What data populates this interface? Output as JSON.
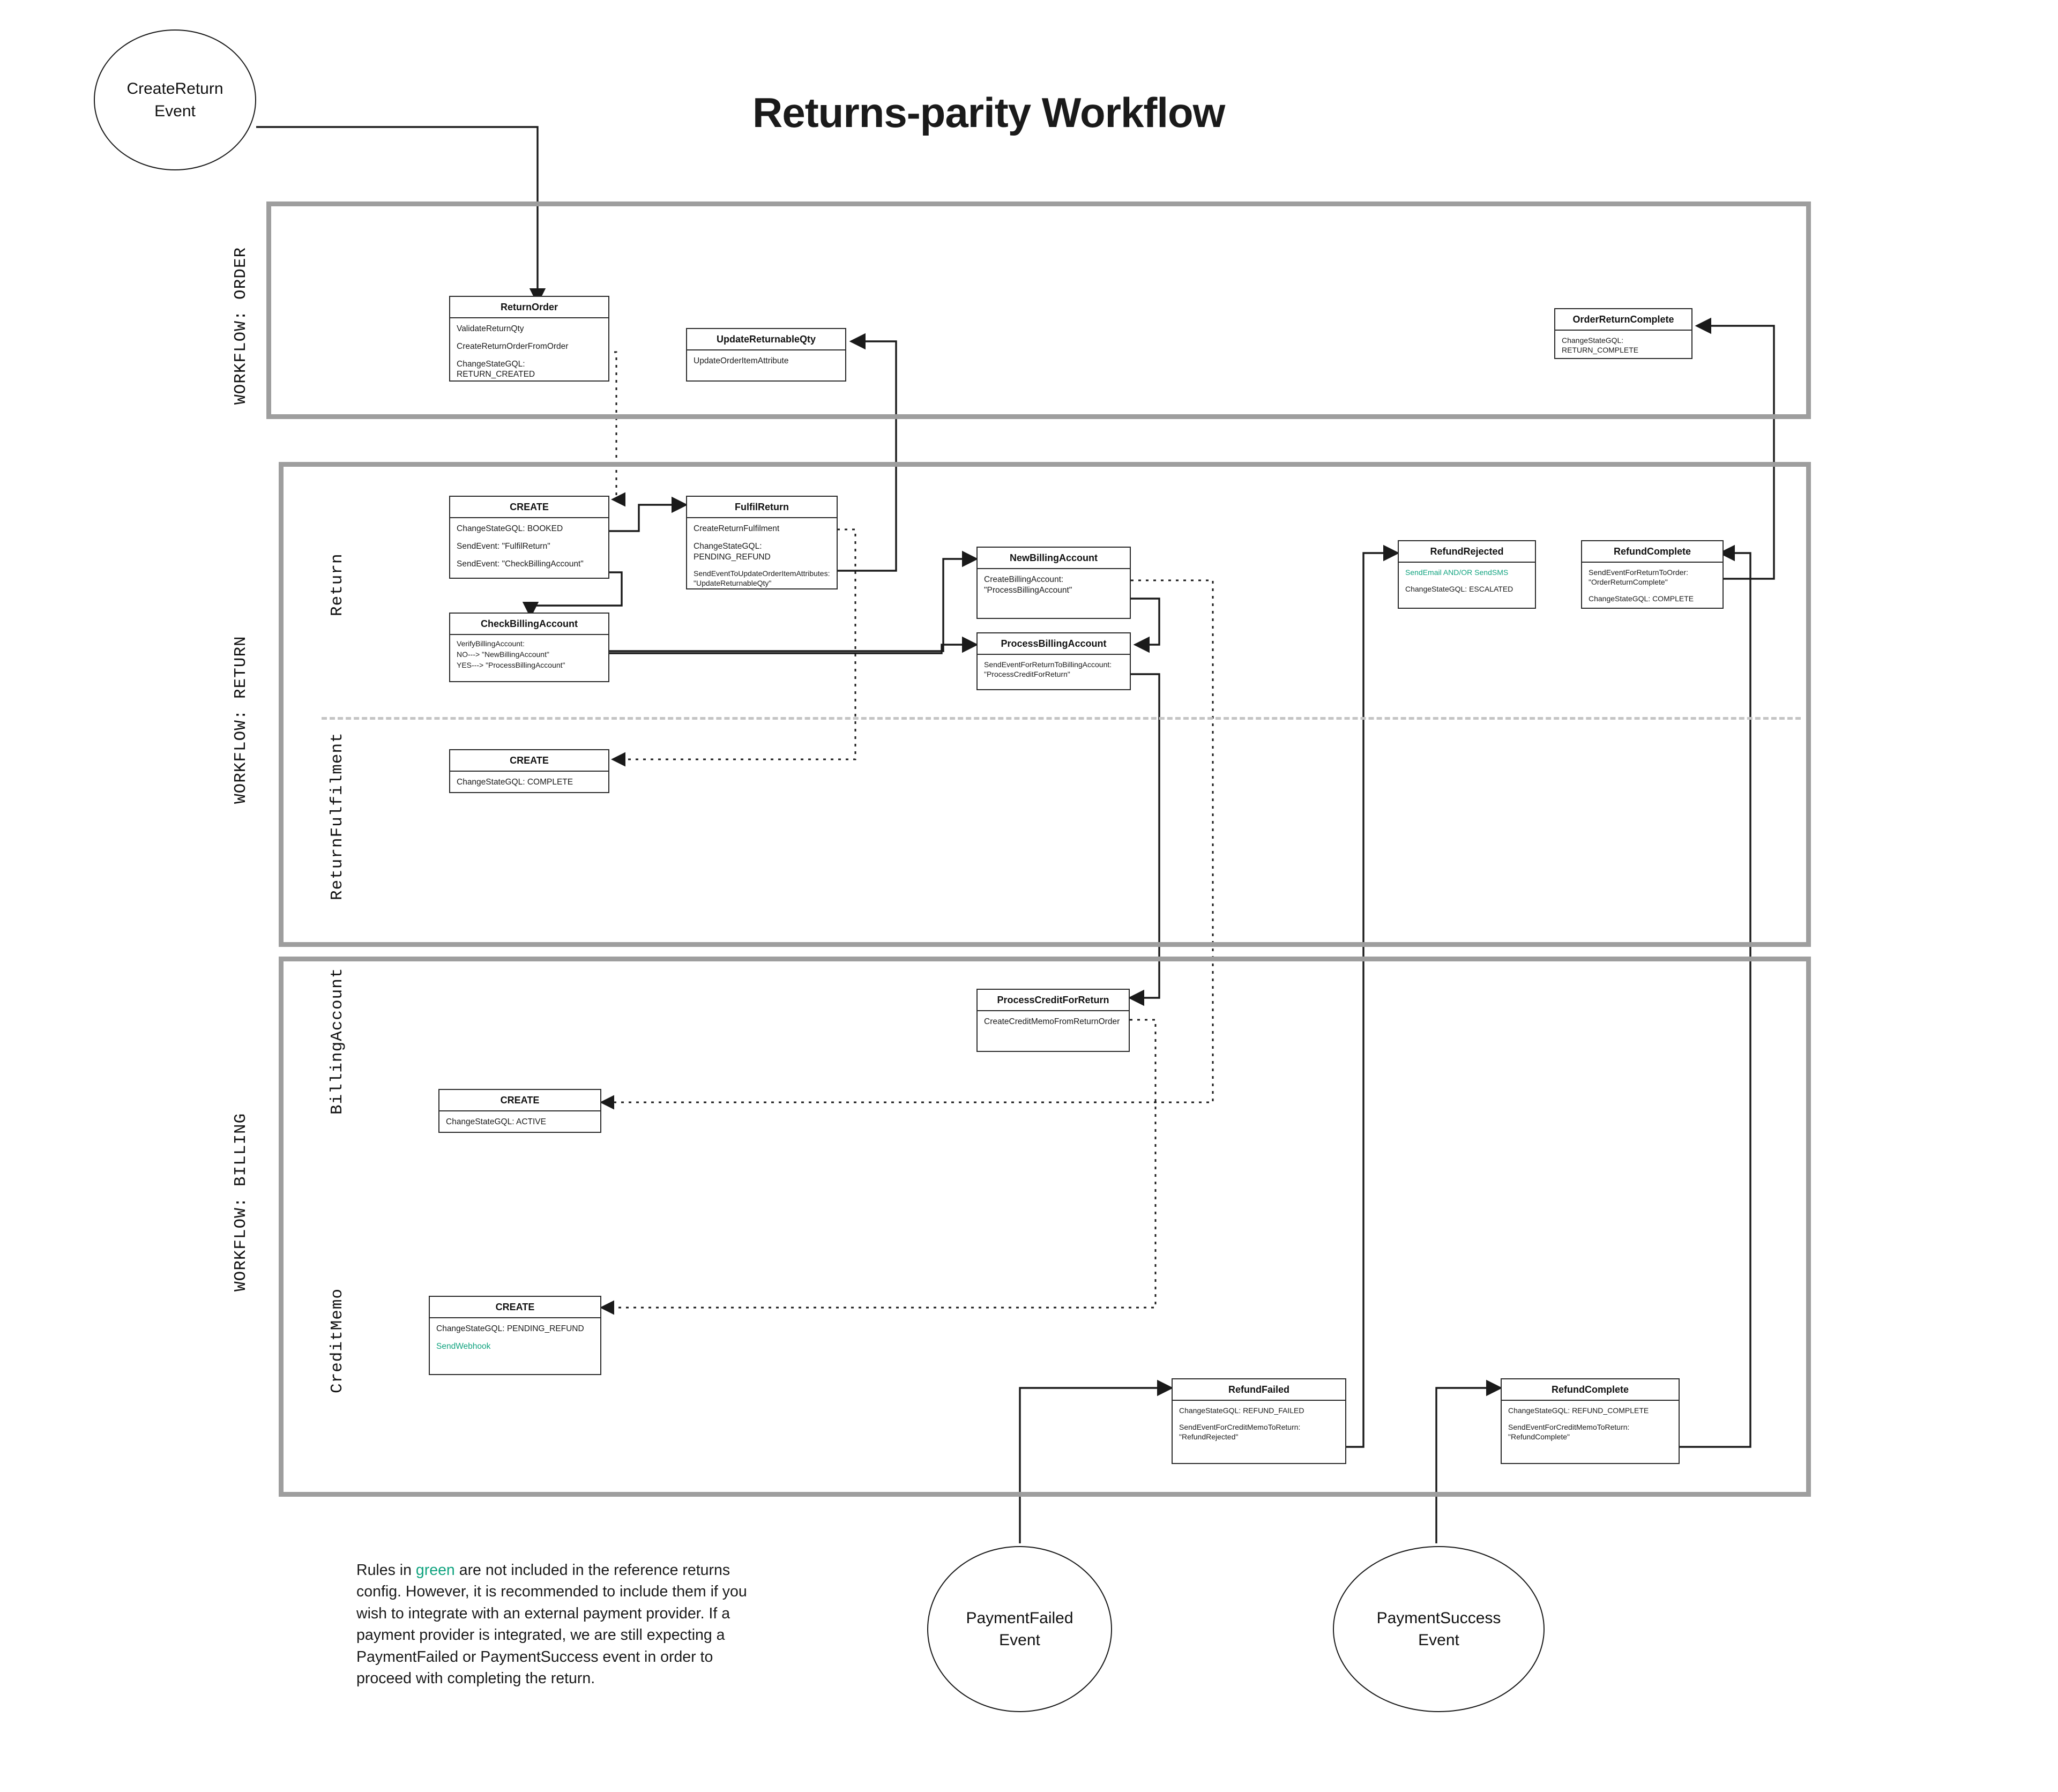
{
  "title": "Returns-parity Workflow",
  "pools": [
    {
      "id": "order",
      "label": "WORKFLOW: ORDER"
    },
    {
      "id": "return",
      "label": "WORKFLOW: RETURN"
    },
    {
      "id": "billing",
      "label": "WORKFLOW: BILLING"
    }
  ],
  "lanes": [
    {
      "id": "return-lane",
      "label": "Return"
    },
    {
      "id": "returnfulfilment-lane",
      "label": "ReturnFulfilment"
    },
    {
      "id": "billingaccount-lane",
      "label": "BillingAccount"
    },
    {
      "id": "creditmemo-lane",
      "label": "CreditMemo"
    }
  ],
  "events": [
    {
      "id": "create-return-event",
      "line1": "CreateReturn",
      "line2": "Event"
    },
    {
      "id": "payment-failed-event",
      "line1": "PaymentFailed",
      "line2": "Event"
    },
    {
      "id": "payment-success-event",
      "line1": "PaymentSuccess",
      "line2": "Event"
    }
  ],
  "nodes": [
    {
      "id": "return-order",
      "header": "ReturnOrder",
      "rules": [
        {
          "text": "ValidateReturnQty",
          "green": false
        },
        {
          "text": "CreateReturnOrderFromOrder",
          "green": false
        },
        {
          "text": "ChangeStateGQL: RETURN_CREATED",
          "green": false
        }
      ]
    },
    {
      "id": "update-returnable-qty",
      "header": "UpdateReturnableQty",
      "rules": [
        {
          "text": "UpdateOrderItemAttribute",
          "green": false
        }
      ]
    },
    {
      "id": "order-return-complete",
      "header": "OrderReturnComplete",
      "rules": [
        {
          "text": "ChangeStateGQL: RETURN_COMPLETE",
          "green": false
        }
      ]
    },
    {
      "id": "return-create",
      "header": "CREATE",
      "rules": [
        {
          "text": "ChangeStateGQL: BOOKED",
          "green": false
        },
        {
          "text": "SendEvent: \"FulfilReturn\"",
          "green": false
        },
        {
          "text": "SendEvent: \"CheckBillingAccount\"",
          "green": false
        }
      ]
    },
    {
      "id": "fulfil-return",
      "header": "FulfilReturn",
      "rules": [
        {
          "text": "CreateReturnFulfilment",
          "green": false
        },
        {
          "text": "ChangeStateGQL: PENDING_REFUND",
          "green": false
        },
        {
          "text": "SendEventToUpdateOrderItemAttributes: \"UpdateReturnableQty\"",
          "green": false
        }
      ]
    },
    {
      "id": "check-billing-account",
      "header": "CheckBillingAccount",
      "rules": [
        {
          "text": "VerifyBillingAccount:",
          "green": false
        },
        {
          "text": "NO---> \"NewBillingAccount\"",
          "green": false
        },
        {
          "text": "YES---> \"ProcessBillingAccount\"",
          "green": false
        }
      ]
    },
    {
      "id": "new-billing-account",
      "header": "NewBillingAccount",
      "rules": [
        {
          "text": "CreateBillingAccount: \"ProcessBillingAccount\"",
          "green": false
        }
      ]
    },
    {
      "id": "process-billing-account",
      "header": "ProcessBillingAccount",
      "rules": [
        {
          "text": "SendEventForReturnToBillingAccount: \"ProcessCreditForReturn\"",
          "green": false
        }
      ]
    },
    {
      "id": "refund-rejected",
      "header": "RefundRejected",
      "rules": [
        {
          "text": "SendEmail AND/OR SendSMS",
          "green": true
        },
        {
          "text": "ChangeStateGQL: ESCALATED",
          "green": false
        }
      ]
    },
    {
      "id": "return-refund-complete",
      "header": "RefundComplete",
      "rules": [
        {
          "text": "SendEventForReturnToOrder: \"OrderReturnComplete\"",
          "green": false
        },
        {
          "text": "ChangeStateGQL: COMPLETE",
          "green": false
        }
      ]
    },
    {
      "id": "return-fulfilment-create",
      "header": "CREATE",
      "rules": [
        {
          "text": "ChangeStateGQL: COMPLETE",
          "green": false
        }
      ]
    },
    {
      "id": "process-credit-for-return",
      "header": "ProcessCreditForReturn",
      "rules": [
        {
          "text": "CreateCreditMemoFromReturnOrder",
          "green": false
        }
      ]
    },
    {
      "id": "billing-account-create",
      "header": "CREATE",
      "rules": [
        {
          "text": "ChangeStateGQL: ACTIVE",
          "green": false
        }
      ]
    },
    {
      "id": "credit-memo-create",
      "header": "CREATE",
      "rules": [
        {
          "text": "ChangeStateGQL: PENDING_REFUND",
          "green": false
        },
        {
          "text": "SendWebhook",
          "green": true
        }
      ]
    },
    {
      "id": "refund-failed",
      "header": "RefundFailed",
      "rules": [
        {
          "text": "ChangeStateGQL: REFUND_FAILED",
          "green": false
        },
        {
          "text": "SendEventForCreditMemoToReturn: \"RefundRejected\"",
          "green": false
        }
      ]
    },
    {
      "id": "credit-memo-refund-complete",
      "header": "RefundComplete",
      "rules": [
        {
          "text": "ChangeStateGQL: REFUND_COMPLETE",
          "green": false
        },
        {
          "text": "SendEventForCreditMemoToReturn: \"RefundComplete\"",
          "green": false
        }
      ]
    }
  ],
  "legend": {
    "prefix": "Rules in ",
    "green_word": "green",
    "suffix": " are not included in the reference returns config. However, it is recommended to include them if you wish to integrate with an external payment provider. If a payment provider is integrated, we are still expecting a PaymentFailed or PaymentSuccess event in order to proceed with completing the return."
  },
  "colors": {
    "green": "#10a37f",
    "pool_border": "#9e9e9e",
    "node_border": "#2b2b2b",
    "text": "#1a1a1a"
  }
}
